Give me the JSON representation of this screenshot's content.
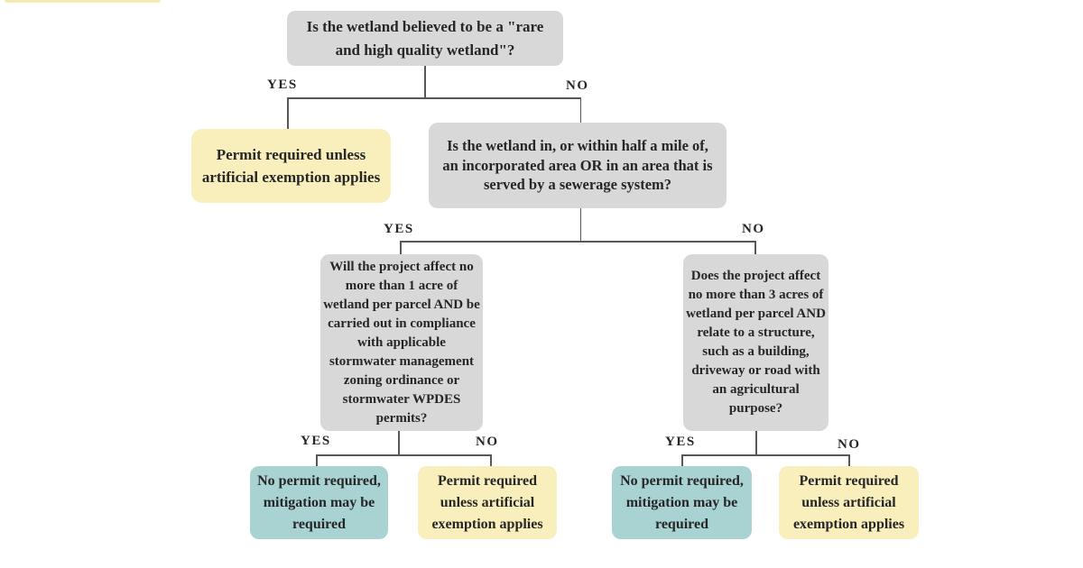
{
  "flowchart": {
    "description": "Wetland permit decision tree",
    "colors": {
      "question_bg": "#d8d8d8",
      "permit_required_bg": "#f9efbc",
      "no_permit_bg": "#a9d2d2",
      "connector_line": "#575757",
      "text": "#262626"
    },
    "nodes": {
      "q1": {
        "type": "question",
        "text": "Is the wetland believed to be a \"rare and high quality wetland\"?"
      },
      "permit_level1": {
        "type": "outcome",
        "text": "Permit required unless artificial exemption applies"
      },
      "q2": {
        "type": "question",
        "text": "Is the wetland in, or within half a mile of, an incorporated area OR in an area that is served by a sewerage system?"
      },
      "q3_left": {
        "type": "question",
        "text": "Will the project affect no more than 1 acre of wetland per parcel AND be carried out in compliance with applicable stormwater management zoning ordinance or stormwater WPDES permits?"
      },
      "q3_right": {
        "type": "question",
        "text": "Does the project affect no more than 3 acres of wetland per parcel AND relate to a structure, such as a building, driveway or road with an agricultural purpose?"
      },
      "no_permit_left": {
        "type": "outcome",
        "text": "No permit required, mitigation may be required"
      },
      "permit_left": {
        "type": "outcome",
        "text": "Permit required unless artificial exemption applies"
      },
      "no_permit_right": {
        "type": "outcome",
        "text": "No permit required, mitigation may be required"
      },
      "permit_right": {
        "type": "outcome",
        "text": "Permit required unless artificial exemption applies"
      }
    },
    "branch_labels": {
      "q1_yes": "YES",
      "q1_no": "NO",
      "q2_yes": "YES",
      "q2_no": "NO",
      "q3_left_yes": "YES",
      "q3_left_no": "NO",
      "q3_right_yes": "YES",
      "q3_right_no": "NO"
    }
  }
}
